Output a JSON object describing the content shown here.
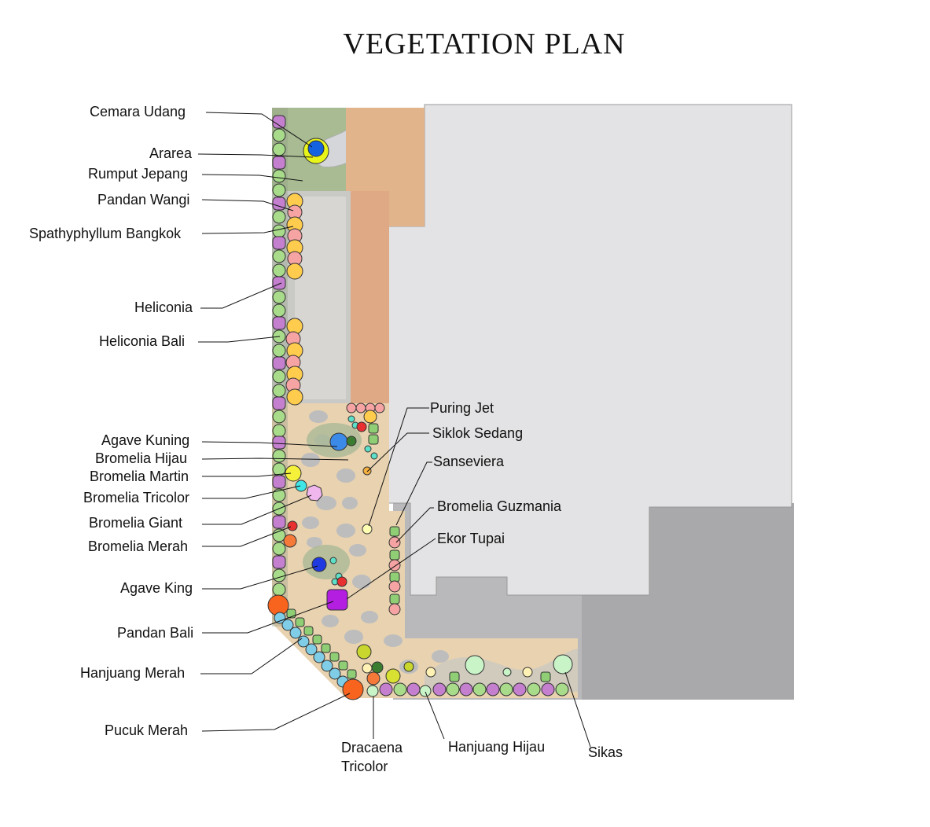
{
  "title": "VEGETATION PLAN",
  "labels": {
    "cemara_udang": "Cemara Udang",
    "ararea": "Ararea",
    "rumput_jepang": "Rumput Jepang",
    "pandan_wangi": "Pandan Wangi",
    "spathyphyllum": "Spathyphyllum Bangkok",
    "heliconia": "Heliconia",
    "heliconia_bali": "Heliconia Bali",
    "agave_kuning": "Agave Kuning",
    "bromelia_hijau": "Bromelia Hijau",
    "bromelia_martin": "Bromelia Martin",
    "bromelia_tricolor": "Bromelia Tricolor",
    "bromelia_giant": "Bromelia Giant",
    "bromelia_merah": "Bromelia Merah",
    "agave_king": "Agave King",
    "pandan_bali": "Pandan Bali",
    "hanjuang_merah": "Hanjuang Merah",
    "pucuk_merah": "Pucuk Merah",
    "dracaena_1": "Dracaena",
    "dracaena_2": "Tricolor",
    "hanjuang_hijau": "Hanjuang Hijau",
    "sikas": "Sikas",
    "puring_jet": "Puring Jet",
    "siklok_sedang": "Siklok Sedang",
    "sanseviera": "Sanseviera",
    "bromelia_guzmania": "Bromelia Guzmania",
    "ekor_tupai": "Ekor Tupai"
  },
  "colors": {
    "building": "#e3e2e4",
    "paving": "#b9b8bb",
    "lawn": "#a8bb92",
    "deck": "#e2b48c",
    "garden_sand": "#e8d2b0",
    "purple_shrub": "#c47fcf",
    "green_shrub": "#a8dc8a",
    "yellow_flower": "#ffcc4d",
    "pink_flower": "#f6a3a3",
    "blue_plant": "#1f6fe0",
    "orange_tree": "#f8641e",
    "cyan_plant": "#7fcde6",
    "sikas": "#c8f4c8"
  }
}
